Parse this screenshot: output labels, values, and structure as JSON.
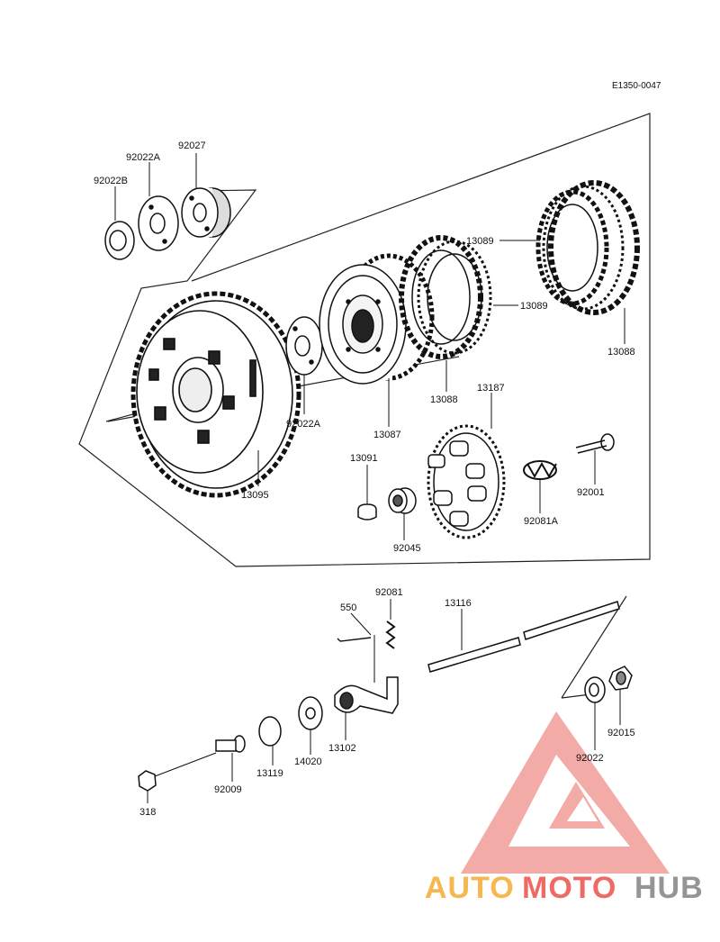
{
  "diagram": {
    "code": "E1350-0047",
    "parts": {
      "p92022B": "92022B",
      "p92022A_top": "92022A",
      "p92027": "92027",
      "p13089_a": "13089",
      "p13089_b": "13089",
      "p13088_a": "13088",
      "p13088_b": "13088",
      "p13087": "13087",
      "p13187": "13187",
      "p92022A_mid": "92022A",
      "p13095": "13095",
      "p13091": "13091",
      "p92045": "92045",
      "p92081A": "92081A",
      "p92001": "92001",
      "p550": "550",
      "p92081": "92081",
      "p13116": "13116",
      "p92015": "92015",
      "p92022": "92022",
      "p13102": "13102",
      "p14020": "14020",
      "p13119": "13119",
      "p92009": "92009",
      "p318": "318"
    }
  },
  "watermark": {
    "auto": "AUTO",
    "moto": "MOTO",
    "hub": "HUB",
    "colors": {
      "auto": "#f6b13b",
      "moto": "#ef5a55",
      "hub": "#8a8a8a",
      "logo": "#ef4b4b"
    }
  }
}
